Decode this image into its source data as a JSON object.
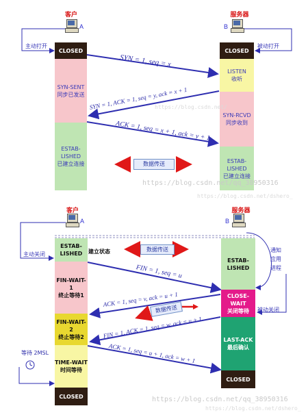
{
  "top": {
    "client_title": "客户",
    "server_title": "服务器",
    "client_pc": "A",
    "server_pc": "B",
    "client_action": "主动打开",
    "server_action": "被动打开",
    "client_states": [
      {
        "en": "CLOSED",
        "cn": ""
      },
      {
        "en": "SYN-SENT",
        "cn": "同步已发送"
      },
      {
        "en": "ESTAB-LISHED",
        "cn": "已建立连接"
      }
    ],
    "server_states": [
      {
        "en": "CLOSED",
        "cn": ""
      },
      {
        "en": "LISTEN",
        "cn": "收听"
      },
      {
        "en": "SYN-RCVD",
        "cn": "同步收到"
      },
      {
        "en": "ESTAB-LISHED",
        "cn": "已建立连接"
      }
    ],
    "messages": [
      "SYN = 1, seq = x",
      "SYN = 1, ACK = 1, seq = y, ack = x + 1",
      "ACK = 1, seq = x + 1, ack = y + 1"
    ],
    "data_label": "数据传送",
    "watermark": "https://blog.csdn.net/qq_38950316",
    "watermark_faint": "https://blog.csdn.net/",
    "watermark_faint2": "https://blog.csdn.net/dshero_"
  },
  "bottom": {
    "client_title": "客户",
    "server_title": "服务器",
    "client_pc": "A",
    "server_pc": "B",
    "client_action": "主动关闭",
    "server_action": "被动关闭",
    "notify": [
      "通知",
      "应用",
      "进程"
    ],
    "wait_label": "等待 2MSL",
    "client_states": [
      {
        "en": "ESTAB-LISHED",
        "cn": "建立状态"
      },
      {
        "en": "FIN-WAIT-1",
        "cn": "终止等待1"
      },
      {
        "en": "FIN-WAIT-2",
        "cn": "终止等待2"
      },
      {
        "en": "TIME-WAIT",
        "cn": "时间等待"
      },
      {
        "en": "CLOSED",
        "cn": ""
      }
    ],
    "server_states": [
      {
        "en": "ESTAB-LISHED",
        "cn": ""
      },
      {
        "en": "CLOSE-WAIT",
        "cn": "关闭等待"
      },
      {
        "en": "LAST-ACK",
        "cn": "最后确认"
      },
      {
        "en": "CLOSED",
        "cn": ""
      }
    ],
    "messages": [
      "FIN = 1, seq = u",
      "ACK = 1, seq = v, ack = u + 1",
      "FIN = 1, ACK = 1, seq = w, ack = u + 1",
      "ACK = 1, seq = u + 1, ack = w + 1"
    ],
    "data_label_1": "数据传送",
    "data_label_2": "数据传送",
    "watermark": "https://blog.csdn.net/qq_38950316",
    "watermark_faint": "https://blog.csdn.net/dshero_"
  }
}
